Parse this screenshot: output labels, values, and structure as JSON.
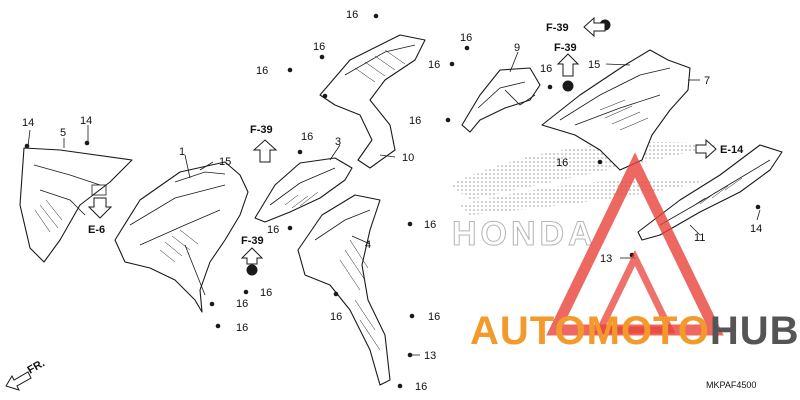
{
  "callouts": {
    "c1": "1",
    "c2": "3",
    "c3": "4",
    "c4": "5",
    "c5": "7",
    "c6": "9",
    "c7": "10",
    "c8": "11",
    "c9": "13",
    "c10": "13",
    "c11": "14",
    "c12": "14",
    "c13": "14",
    "c14": "15",
    "c15": "15",
    "c16": "16"
  },
  "bolt_label": "16",
  "references": {
    "f39": "F-39",
    "e6": "E-6",
    "e14": "E-14"
  },
  "front_label": "FR.",
  "diagram_code": "MKPAF4500",
  "watermark": {
    "brand": "HONDA",
    "text_a": "AUTO",
    "text_b": "MOTO",
    "text_c": "HUB",
    "colors": {
      "triangle": "#e8423a",
      "orange": "#f39a2b",
      "gray": "#555555"
    }
  }
}
